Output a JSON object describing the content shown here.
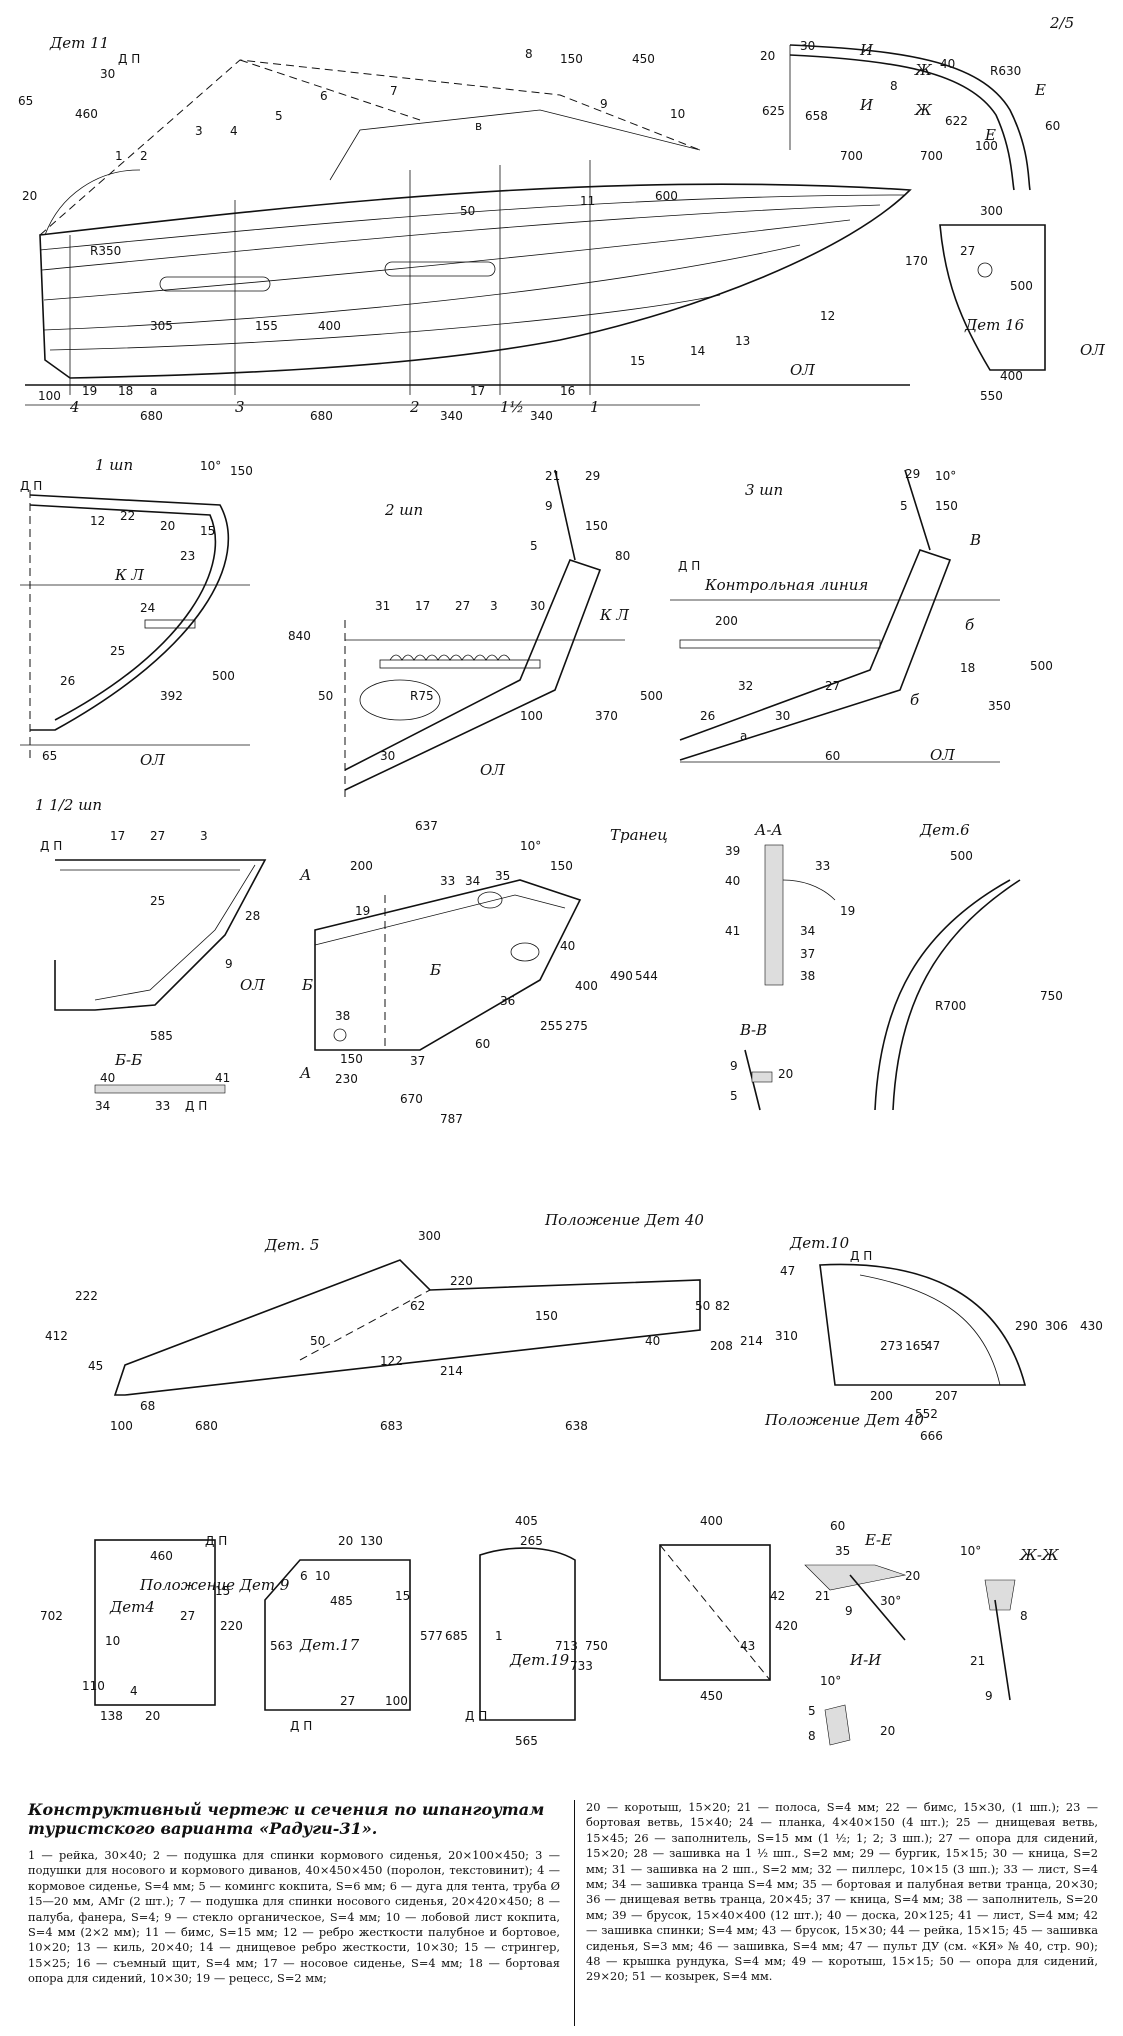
{
  "page_number": "2/5",
  "views": {
    "profile": {
      "det11": "Дет 11",
      "leaders": [
        "1",
        "2",
        "20",
        "3",
        "4",
        "5",
        "6",
        "7",
        "8",
        "9",
        "10",
        "11",
        "12",
        "13",
        "14",
        "15",
        "16",
        "17",
        "18",
        "19",
        "а",
        "в"
      ],
      "frames": [
        "4",
        "3",
        "2",
        "1½",
        "1"
      ],
      "baseline": "ОЛ",
      "dims": [
        "150",
        "450",
        "65",
        "30",
        "460",
        "Д П",
        "R350",
        "50",
        "600",
        "305",
        "155",
        "400",
        "100",
        "680",
        "680",
        "340",
        "340"
      ]
    },
    "det_arc": {
      "dims": [
        "20",
        "30",
        "625",
        "658",
        "И",
        "И",
        "Ж",
        "Ж",
        "8",
        "40",
        "622",
        "R630",
        "Е",
        "Е",
        "60",
        "700",
        "700",
        "100"
      ]
    },
    "det16": {
      "title": "Дет 16",
      "dims": [
        "300",
        "170",
        "27",
        "500",
        "400",
        "550",
        "ОЛ"
      ]
    },
    "frame1": {
      "title": "1 шп",
      "dims": [
        "Д П",
        "10°",
        "150",
        "12",
        "22",
        "20",
        "15",
        "23",
        "К Л",
        "24",
        "25",
        "26",
        "392",
        "500",
        "840",
        "65",
        "ОЛ"
      ]
    },
    "frame2": {
      "title": "2 шп",
      "dims": [
        "21",
        "29",
        "9",
        "5",
        "150",
        "80",
        "31",
        "17",
        "27",
        "3",
        "30",
        "К Л",
        "50",
        "R75",
        "100",
        "370",
        "500",
        "30",
        "ОЛ"
      ]
    },
    "frame3": {
      "title": "3 шп",
      "control_line": "Контрольная линия",
      "dims": [
        "29",
        "10°",
        "5",
        "150",
        "В",
        "Д П",
        "200",
        "б",
        "18",
        "27",
        "32",
        "30",
        "500",
        "350",
        "26",
        "а",
        "б",
        "60",
        "ОЛ"
      ]
    },
    "frame15": {
      "title": "1 1/2 шп",
      "dims": [
        "Д П",
        "17",
        "27",
        "3",
        "25",
        "28",
        "9",
        "ОЛ",
        "585"
      ]
    },
    "transom": {
      "title": "Транец",
      "dims": [
        "637",
        "200",
        "33",
        "34",
        "35",
        "10°",
        "150",
        "А",
        "А",
        "19",
        "40",
        "Б",
        "Б",
        "38",
        "36",
        "400",
        "490",
        "544",
        "255",
        "275",
        "60",
        "150",
        "230",
        "37",
        "670",
        "787"
      ]
    },
    "section_aa": {
      "title": "А-А",
      "dims": [
        "39",
        "40",
        "41",
        "33",
        "19",
        "34",
        "37",
        "38"
      ]
    },
    "det6": {
      "title": "Дет.6",
      "dims": [
        "500",
        "R700",
        "750"
      ]
    },
    "section_bb": {
      "title": "Б-Б",
      "dims": [
        "40",
        "41",
        "34",
        "33",
        "Д П"
      ]
    },
    "section_vv": {
      "title": "В-В",
      "dims": [
        "9",
        "20",
        "5"
      ]
    },
    "det5": {
      "title": "Дет. 5",
      "note": "Положение Дет 40",
      "dims": [
        "300",
        "220",
        "412",
        "222",
        "45",
        "68",
        "100",
        "680",
        "683",
        "638",
        "150",
        "50",
        "62",
        "122",
        "214",
        "40",
        "208",
        "50",
        "82",
        "214"
      ]
    },
    "det10": {
      "title": "Дет.10",
      "note": "Положение Дет 40",
      "dims": [
        "47",
        "Д П",
        "310",
        "273",
        "165",
        "47",
        "290",
        "306",
        "430",
        "200",
        "207",
        "552",
        "666"
      ]
    },
    "det4": {
      "title": "Дет4",
      "note": "Положение Дет 9",
      "dims": [
        "Д П",
        "702",
        "460",
        "15",
        "220",
        "10",
        "110",
        "4",
        "138",
        "20",
        "27"
      ]
    },
    "det17": {
      "title": "Дет.17",
      "dims": [
        "20",
        "130",
        "6",
        "10",
        "485",
        "15",
        "563",
        "577",
        "685",
        "27",
        "100",
        "Д П"
      ]
    },
    "det19": {
      "title": "Дет.19",
      "dims": [
        "405",
        "265",
        "1",
        "750",
        "713",
        "733",
        "565",
        "Д П"
      ]
    },
    "det42": {
      "dims": [
        "400",
        "42",
        "43",
        "420",
        "450"
      ]
    },
    "section_ee": {
      "title": "Е-Е",
      "dims": [
        "60",
        "35",
        "20",
        "30°",
        "9",
        "21"
      ]
    },
    "section_zhzh": {
      "title": "Ж-Ж",
      "dims": [
        "10°",
        "8",
        "21",
        "9"
      ]
    },
    "section_ii": {
      "title": "И-И",
      "dims": [
        "10°",
        "5",
        "8",
        "20"
      ]
    }
  },
  "caption": {
    "title": "Конструктивный чертеж и сечения по шпангоутам туристского варианта «Радуги-31».",
    "left": "1 — рейка, 30×40; 2 — подушка для спинки кормового сиденья, 20×100×450; 3 — подушки для носового и кормового диванов, 40×450×450 (поролон, текстовинит); 4 — кормовое сиденье, S=4 мм; 5 — комингс кокпита, S=6 мм; 6 — дуга для тента, труба Ø 15—20 мм, АМг (2 шт.); 7 — подушка для спинки носового сиденья, 20×420×450; 8 — палуба, фанера, S=4; 9 — стекло органическое, S=4 мм; 10 — лобовой лист кокпита, S=4 мм (2×2 мм); 11 — бимс, S=15 мм; 12 — ребро жесткости палубное и бортовое, 10×20; 13 — киль, 20×40; 14 — днищевое ребро жесткости, 10×30; 15 — стрингер, 15×25; 16 — съемный щит, S=4 мм; 17 — носовое сиденье, S=4 мм; 18 — бортовая опора для сидений, 10×30; 19 — рецесс, S=2 мм;",
    "right": "20 — коротыш, 15×20; 21 — полоса, S=4 мм; 22 — бимс, 15×30, (1 шп.); 23 — бортовая ветвь, 15×40; 24 — планка, 4×40×150 (4 шт.); 25 — днищевая ветвь, 15×45; 26 — заполнитель, S=15 мм (1 ½; 1; 2; 3 шп.); 27 — опора для сидений, 15×20; 28 — зашивка на 1 ½ шп., S=2 мм; 29 — бургик, 15×15; 30 — кница, S=2 мм; 31 — зашивка на 2 шп., S=2 мм; 32 — пиллерс, 10×15 (3 шп.); 33 — лист, S=4 мм; 34 — зашивка транца S=4 мм; 35 — бортовая и палубная ветви транца, 20×30; 36 — днищевая ветвь транца, 20×45; 37 — кница, S=4 мм; 38 — заполнитель, S=20 мм; 39 — брусок, 15×40×400 (12 шт.); 40 — доска, 20×125; 41 — лист, S=4 мм; 42 — зашивка спинки; S=4 мм; 43 — брусок, 15×30; 44 — рейка, 15×15; 45 — зашивка сиденья, S=3 мм; 46 — зашивка, S=4 мм; 47 — пульт ДУ (см. «КЯ» № 40, стр. 90); 48 — крышка рундука, S=4 мм; 49 — коротыш, 15×15; 50 — опора для сидений, 29×20; 51 — козырек, S=4 мм."
  }
}
